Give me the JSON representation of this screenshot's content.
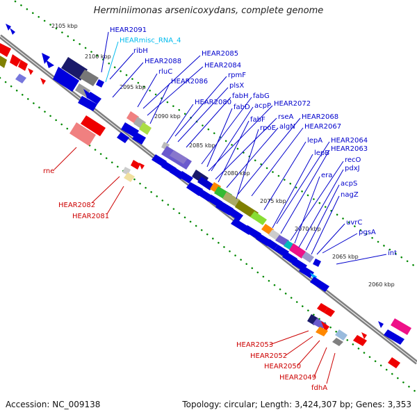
{
  "title": "Herminiimonas arsenicoxydans, complete genome",
  "footer": {
    "accession": "Accession: NC_009138",
    "topology": "Topology: circular; Length: 3,424,307 bp; Genes: 3,353"
  },
  "colors": {
    "upper_strand_label": "#0000cc",
    "misc_rna_label": "#00bbee",
    "lower_strand_label": "#cc0000",
    "axis": "#808080",
    "dots": "#008800"
  },
  "kbp_ticks": [
    "2105 kbp",
    "2100 kbp",
    "2095 kbp",
    "2090 kbp",
    "2085 kbp",
    "2080 kbp",
    "2075 kbp",
    "2070 kbp",
    "2065 kbp",
    "2060 kbp"
  ],
  "upper_labels": [
    "HEAR2091",
    "HEARmisc_RNA_4",
    "ribH",
    "HEAR2088",
    "rluC",
    "HEAR2085",
    "HEAR2084",
    "HEAR2086",
    "rpmF",
    "plsX",
    "fabH",
    "fabG",
    "HEAR2080",
    "acpP",
    "fabD",
    "HEAR2072",
    "rseA",
    "fabF",
    "algN",
    "HEAR2068",
    "rpoE",
    "HEAR2067",
    "lepA",
    "HEAR2064",
    "lepB",
    "HEAR2063",
    "recO",
    "era",
    "pdxJ",
    "acpS",
    "nagZ",
    "uvrC",
    "pgsA",
    "int"
  ],
  "lower_labels": [
    "rne",
    "HEAR2082",
    "HEAR2081",
    "HEAR2053",
    "HEAR2052",
    "HEAR2050",
    "HEAR2049",
    "fdhA"
  ]
}
